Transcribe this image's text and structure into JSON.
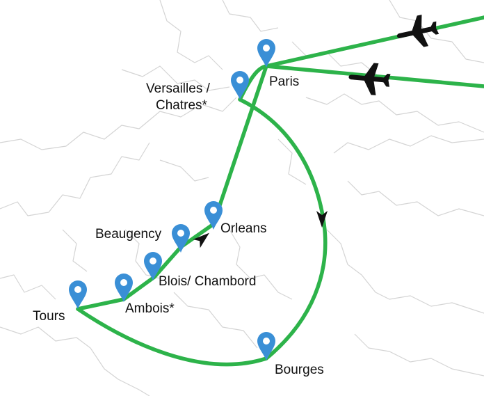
{
  "map": {
    "route_color": "#2db34a",
    "pin_color": "#3a8fd6",
    "boundary_color": "#d4d4d4",
    "plane_icon": "airplane-icon",
    "pin_icon": "location-pin-icon",
    "direction_icon": "arrowhead-icon"
  },
  "places": [
    {
      "id": "paris",
      "name": "Paris"
    },
    {
      "id": "versailles",
      "name": "Versailles /",
      "name_line2": "Chatres*"
    },
    {
      "id": "orleans",
      "name": "Orleans"
    },
    {
      "id": "beaugency",
      "name": "Beaugency"
    },
    {
      "id": "blois",
      "name": "Blois/ Chambord"
    },
    {
      "id": "ambois",
      "name": "Ambois*"
    },
    {
      "id": "tours",
      "name": "Tours"
    },
    {
      "id": "bourges",
      "name": "Bourges"
    }
  ]
}
